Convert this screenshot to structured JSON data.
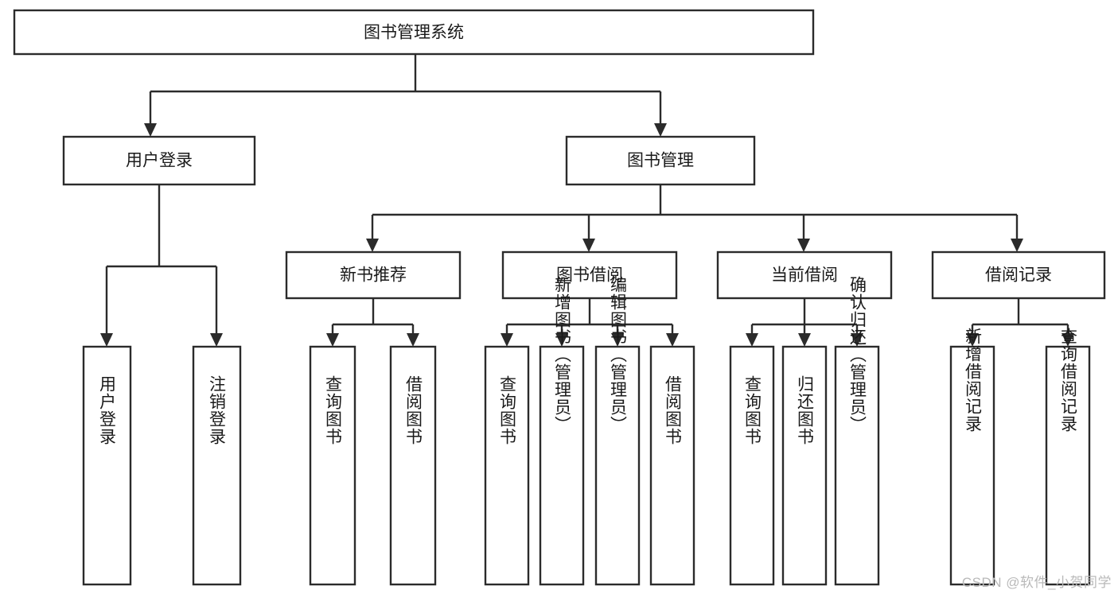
{
  "diagram": {
    "title": "图书管理系统",
    "type": "tree-hierarchy",
    "watermark": "CSDN @软件_小贺同学",
    "colors": {
      "stroke": "#2b2b2b",
      "box_fill": "#ffffff",
      "text": "#1a1a1a",
      "background": "#ffffff",
      "watermark": "#b9b9b9"
    },
    "levels": {
      "root": "图书管理系统",
      "level2": [
        "用户登录",
        "图书管理"
      ],
      "level3": [
        "新书推荐",
        "图书借阅",
        "当前借阅",
        "借阅记录"
      ]
    },
    "nodes": {
      "root": {
        "label": "图书管理系统",
        "orientation": "horizontal"
      },
      "user_login": {
        "label": "用户登录",
        "orientation": "horizontal"
      },
      "book_manage": {
        "label": "图书管理",
        "orientation": "horizontal"
      },
      "new_book_rec": {
        "label": "新书推荐",
        "orientation": "horizontal"
      },
      "book_borrow": {
        "label": "图书借阅",
        "orientation": "horizontal"
      },
      "current_borrow": {
        "label": "当前借阅",
        "orientation": "horizontal"
      },
      "borrow_record": {
        "label": "借阅记录",
        "orientation": "horizontal"
      },
      "leaf_user_login": {
        "label": "用户登录",
        "orientation": "vertical"
      },
      "leaf_logout": {
        "label": "注销登录",
        "orientation": "vertical"
      },
      "leaf_query_book_1": {
        "label": "查询图书",
        "orientation": "vertical"
      },
      "leaf_borrow_book_1": {
        "label": "借阅图书",
        "orientation": "vertical"
      },
      "leaf_query_book_2": {
        "label": "查询图书",
        "orientation": "vertical"
      },
      "leaf_add_book": {
        "label": "新增图书（管理员）",
        "orientation": "vertical"
      },
      "leaf_edit_book": {
        "label": "编辑图书（管理员）",
        "orientation": "vertical"
      },
      "leaf_borrow_book_2": {
        "label": "借阅图书",
        "orientation": "vertical"
      },
      "leaf_query_book_3": {
        "label": "查询图书",
        "orientation": "vertical"
      },
      "leaf_return_book": {
        "label": "归还图书",
        "orientation": "vertical"
      },
      "leaf_confirm_return": {
        "label": "确认归还（管理员）",
        "orientation": "vertical"
      },
      "leaf_add_record": {
        "label": "新增借阅记录",
        "orientation": "vertical"
      },
      "leaf_query_record": {
        "label": "查询借阅记录",
        "orientation": "vertical"
      }
    },
    "edges": [
      {
        "from": "图书管理系统",
        "to": "用户登录"
      },
      {
        "from": "图书管理系统",
        "to": "图书管理"
      },
      {
        "from": "用户登录",
        "to": "用户登录"
      },
      {
        "from": "用户登录",
        "to": "注销登录"
      },
      {
        "from": "图书管理",
        "to": "新书推荐"
      },
      {
        "from": "图书管理",
        "to": "图书借阅"
      },
      {
        "from": "图书管理",
        "to": "当前借阅"
      },
      {
        "from": "图书管理",
        "to": "借阅记录"
      },
      {
        "from": "新书推荐",
        "to": "查询图书"
      },
      {
        "from": "新书推荐",
        "to": "借阅图书"
      },
      {
        "from": "图书借阅",
        "to": "查询图书"
      },
      {
        "from": "图书借阅",
        "to": "新增图书（管理员）"
      },
      {
        "from": "图书借阅",
        "to": "编辑图书（管理员）"
      },
      {
        "from": "图书借阅",
        "to": "借阅图书"
      },
      {
        "from": "当前借阅",
        "to": "查询图书"
      },
      {
        "from": "当前借阅",
        "to": "归还图书"
      },
      {
        "from": "当前借阅",
        "to": "确认归还（管理员）"
      },
      {
        "from": "借阅记录",
        "to": "新增借阅记录"
      },
      {
        "from": "借阅记录",
        "to": "查询借阅记录"
      }
    ]
  }
}
